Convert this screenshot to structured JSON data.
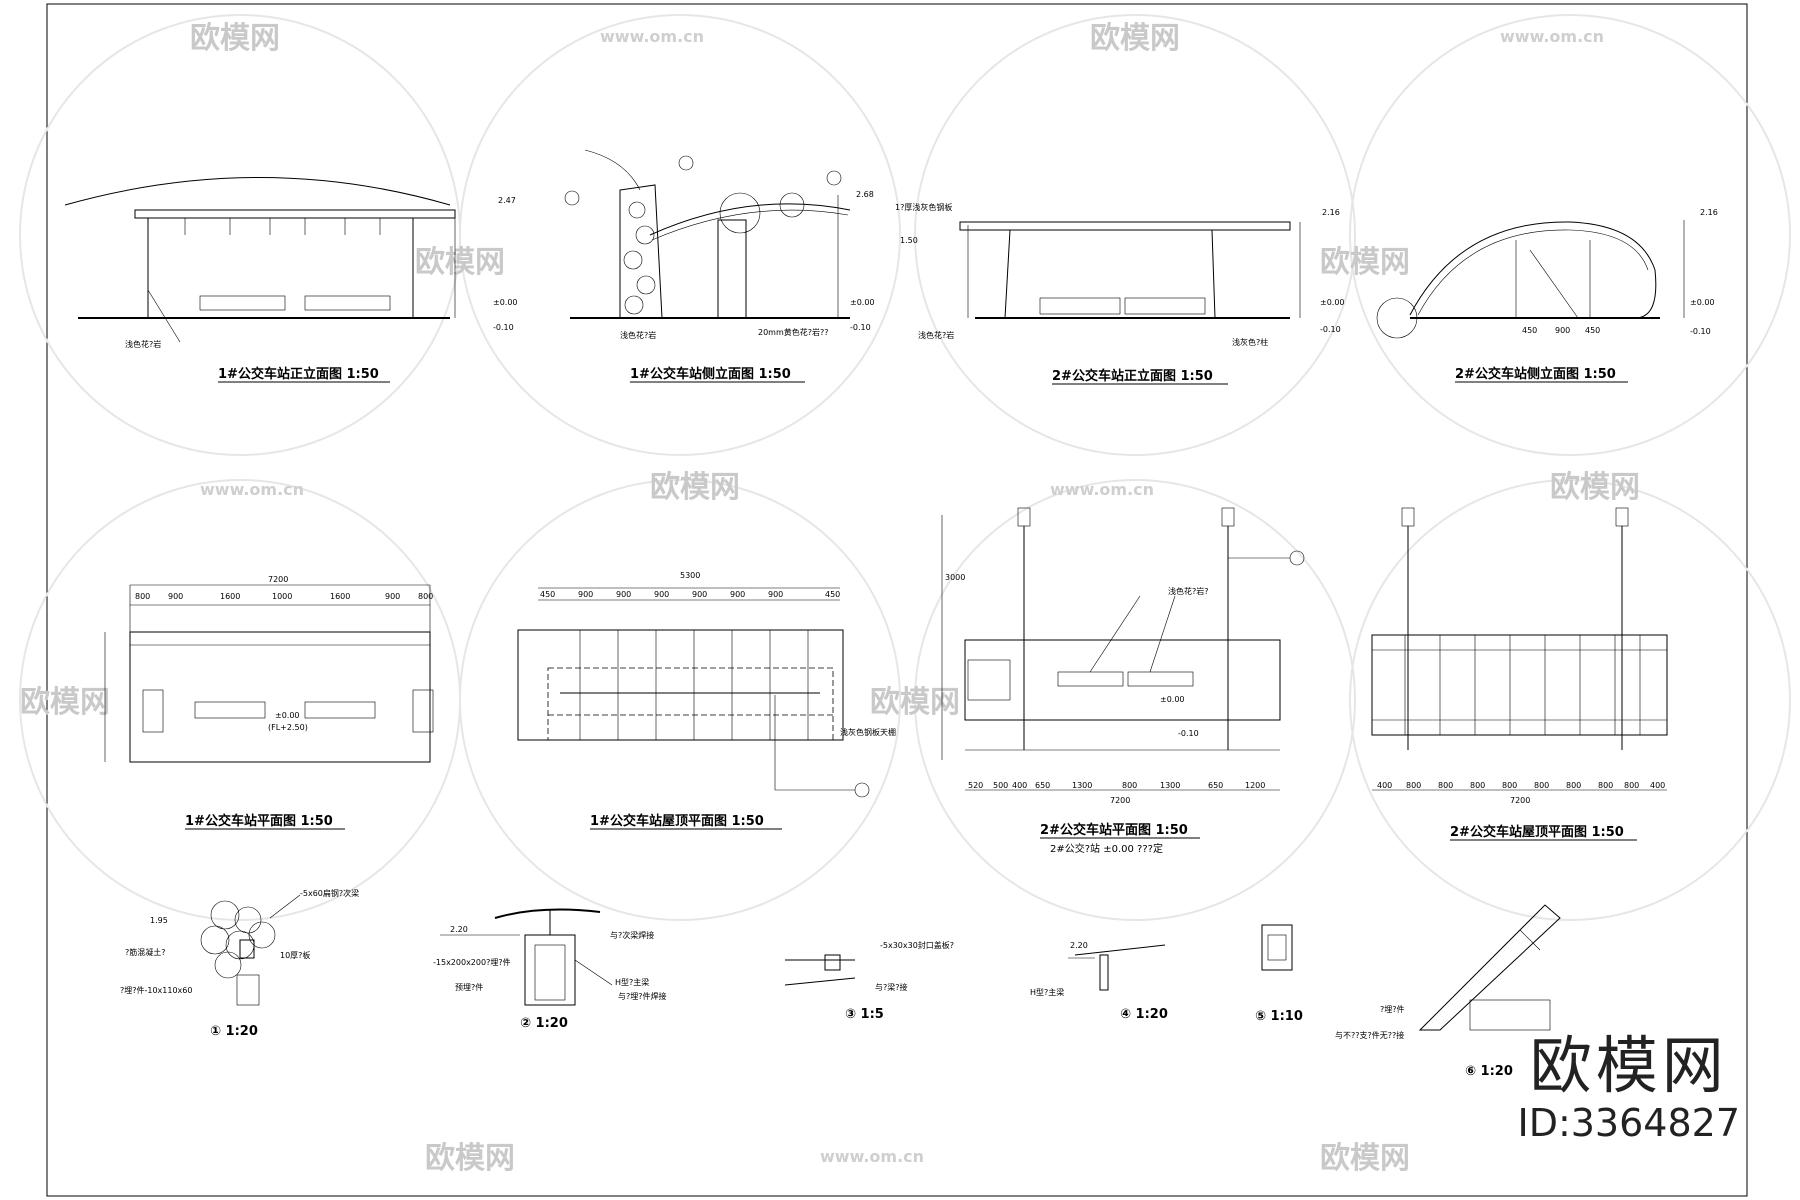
{
  "titles": {
    "t1": "1#公交车站正立面图 1:50",
    "t2": "1#公交车站侧立面图 1:50",
    "t3": "2#公交车站正立面图 1:50",
    "t4": "2#公交车站侧立面图 1:50",
    "t5": "1#公交车站平面图 1:50",
    "t6": "1#公交车站屋顶平面图 1:50",
    "t7": "2#公交车站平面图 1:50",
    "t7b": "2#公交?站 ±0.00 ???定",
    "t8": "2#公交车站屋顶平面图 1:50"
  },
  "details": {
    "d1": "① 1:20",
    "d2": "② 1:20",
    "d3": "③ 1:5",
    "d4": "④ 1:20",
    "d5": "⑤ 1:10",
    "d6": "⑥ 1:20"
  },
  "notes": {
    "n1": "浅色花?岩",
    "n2": "浅色花?岩",
    "n3": "20mm黄色花?岩??",
    "n4": "1?厚浅灰色钢板",
    "n5": "浅色花?岩",
    "n6": "浅灰色?柱",
    "n7": "浅灰色钢板天棚",
    "n8": "浅色花?岩?",
    "n9": "-5x60扁钢?次梁",
    "n10": "?筋混凝土?",
    "n11": "?埋?件-10x110x60",
    "n12": "H型?主梁",
    "n13": "与?埋?件焊接",
    "n14": "与?次梁焊接",
    "n15": "-15x200x200?埋?件",
    "n16": "预埋?件",
    "n17": "-5x30x30封口盖板?",
    "n18": "与?梁?接",
    "n19": "H型?主梁",
    "n20": "?埋?件",
    "n21": "与不??支?件无??接",
    "n22": "10厚?板"
  },
  "levels": {
    "l1": "2.47",
    "l2": "±0.00",
    "l3": "-0.10",
    "l4": "2.68",
    "l5": "2.16",
    "l6": "1.50",
    "l7": "1.95",
    "l8": "2.20",
    "l9": "-0.10",
    "l10": "±0.00",
    "l11": "(FL+2.50)"
  },
  "dims": {
    "p1_total": "7200",
    "p1_parts": [
      "800",
      "900",
      "1600",
      "1000",
      "1600",
      "900",
      "800"
    ],
    "p2_total": "5300",
    "p2_parts": [
      "450",
      "900",
      "900",
      "900",
      "900",
      "900",
      "900",
      "450"
    ],
    "p3_total": "7200",
    "p3_parts": [
      "520",
      "500",
      "400",
      "650",
      "1300",
      "800",
      "1300",
      "650",
      "1200"
    ],
    "p4_total": "7200",
    "p4_parts": [
      "400",
      "800",
      "800",
      "800",
      "800",
      "800",
      "800",
      "800",
      "800",
      "400"
    ],
    "p3_left": "3000",
    "e4_parts": [
      "450",
      "900",
      "450"
    ]
  },
  "watermark": {
    "brand": "欧模网",
    "url": "www.om.cn"
  },
  "brand_badge": {
    "name": "欧模网",
    "id": "ID:3364827"
  }
}
